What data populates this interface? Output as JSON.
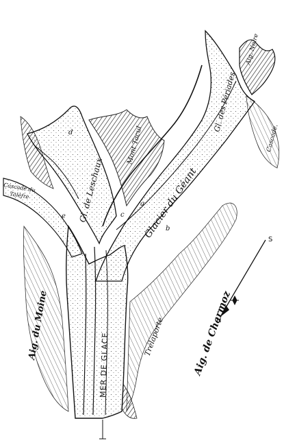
{
  "map": {
    "labels": {
      "cascade_talefre_1": "Cascade du",
      "cascade_talefre_2": "Talèfre",
      "gl_leschaux": "Gl. de Leschaux",
      "mont_tacul": "Mont Tacul",
      "gl_periades": "Gl. des Périades",
      "aig_noire": "Aig. Noire",
      "cascade": "Cascade.",
      "glacier_geant": "Glacier du Géant",
      "aig_moine": "Aig. du Moine",
      "mer_de_glace": "MER DE GLACE",
      "trelaporte": "Trélaporte",
      "aig_charmoz": "Aig. de Charmoz",
      "letter_a": "a",
      "letter_b": "b",
      "letter_c": "c",
      "letter_d": "d",
      "letter_e": "e",
      "compass_n": "N",
      "compass_s": "S"
    },
    "colors": {
      "ink": "#111111",
      "paper": "#ffffff",
      "ice": "#f6f6f6"
    }
  }
}
